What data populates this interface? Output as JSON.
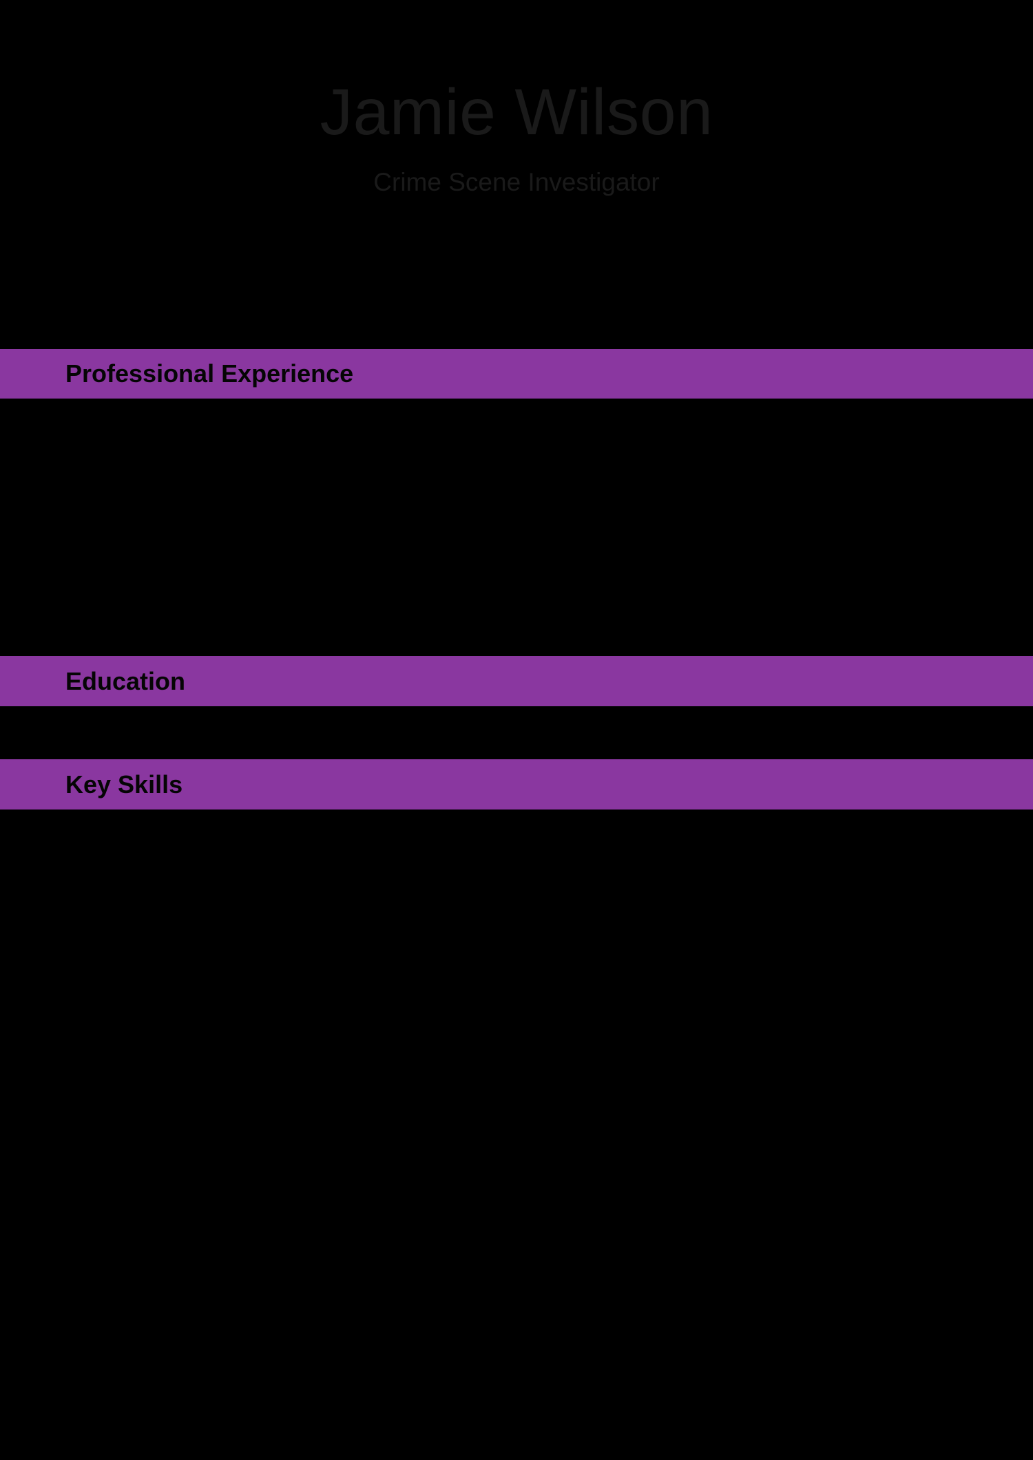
{
  "document": {
    "name": "Jamie Wilson",
    "role": "Crime Scene Investigator",
    "sections": [
      {
        "label": "Professional Experience"
      },
      {
        "label": "Education"
      },
      {
        "label": "Key Skills"
      }
    ]
  },
  "theme": {
    "page-bg": "#000000",
    "accent": "#8a37a0",
    "name-color": "#1a1a1a",
    "role-color": "#1a1a1a",
    "section-text-color": "#050505"
  }
}
